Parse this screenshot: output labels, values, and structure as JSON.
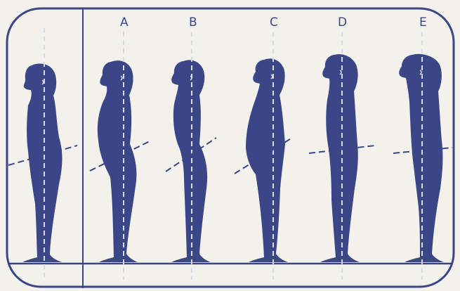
{
  "colors": {
    "background": "#f3f1ec",
    "figure": "#3b4687",
    "frame": "#3b4687",
    "plumb_line": "#d8d9e8"
  },
  "figures": [
    {
      "label": "",
      "posture": "reference"
    },
    {
      "label": "A",
      "posture": "A"
    },
    {
      "label": "B",
      "posture": "B"
    },
    {
      "label": "C",
      "posture": "C"
    },
    {
      "label": "D",
      "posture": "D"
    },
    {
      "label": "E",
      "posture": "E"
    }
  ]
}
